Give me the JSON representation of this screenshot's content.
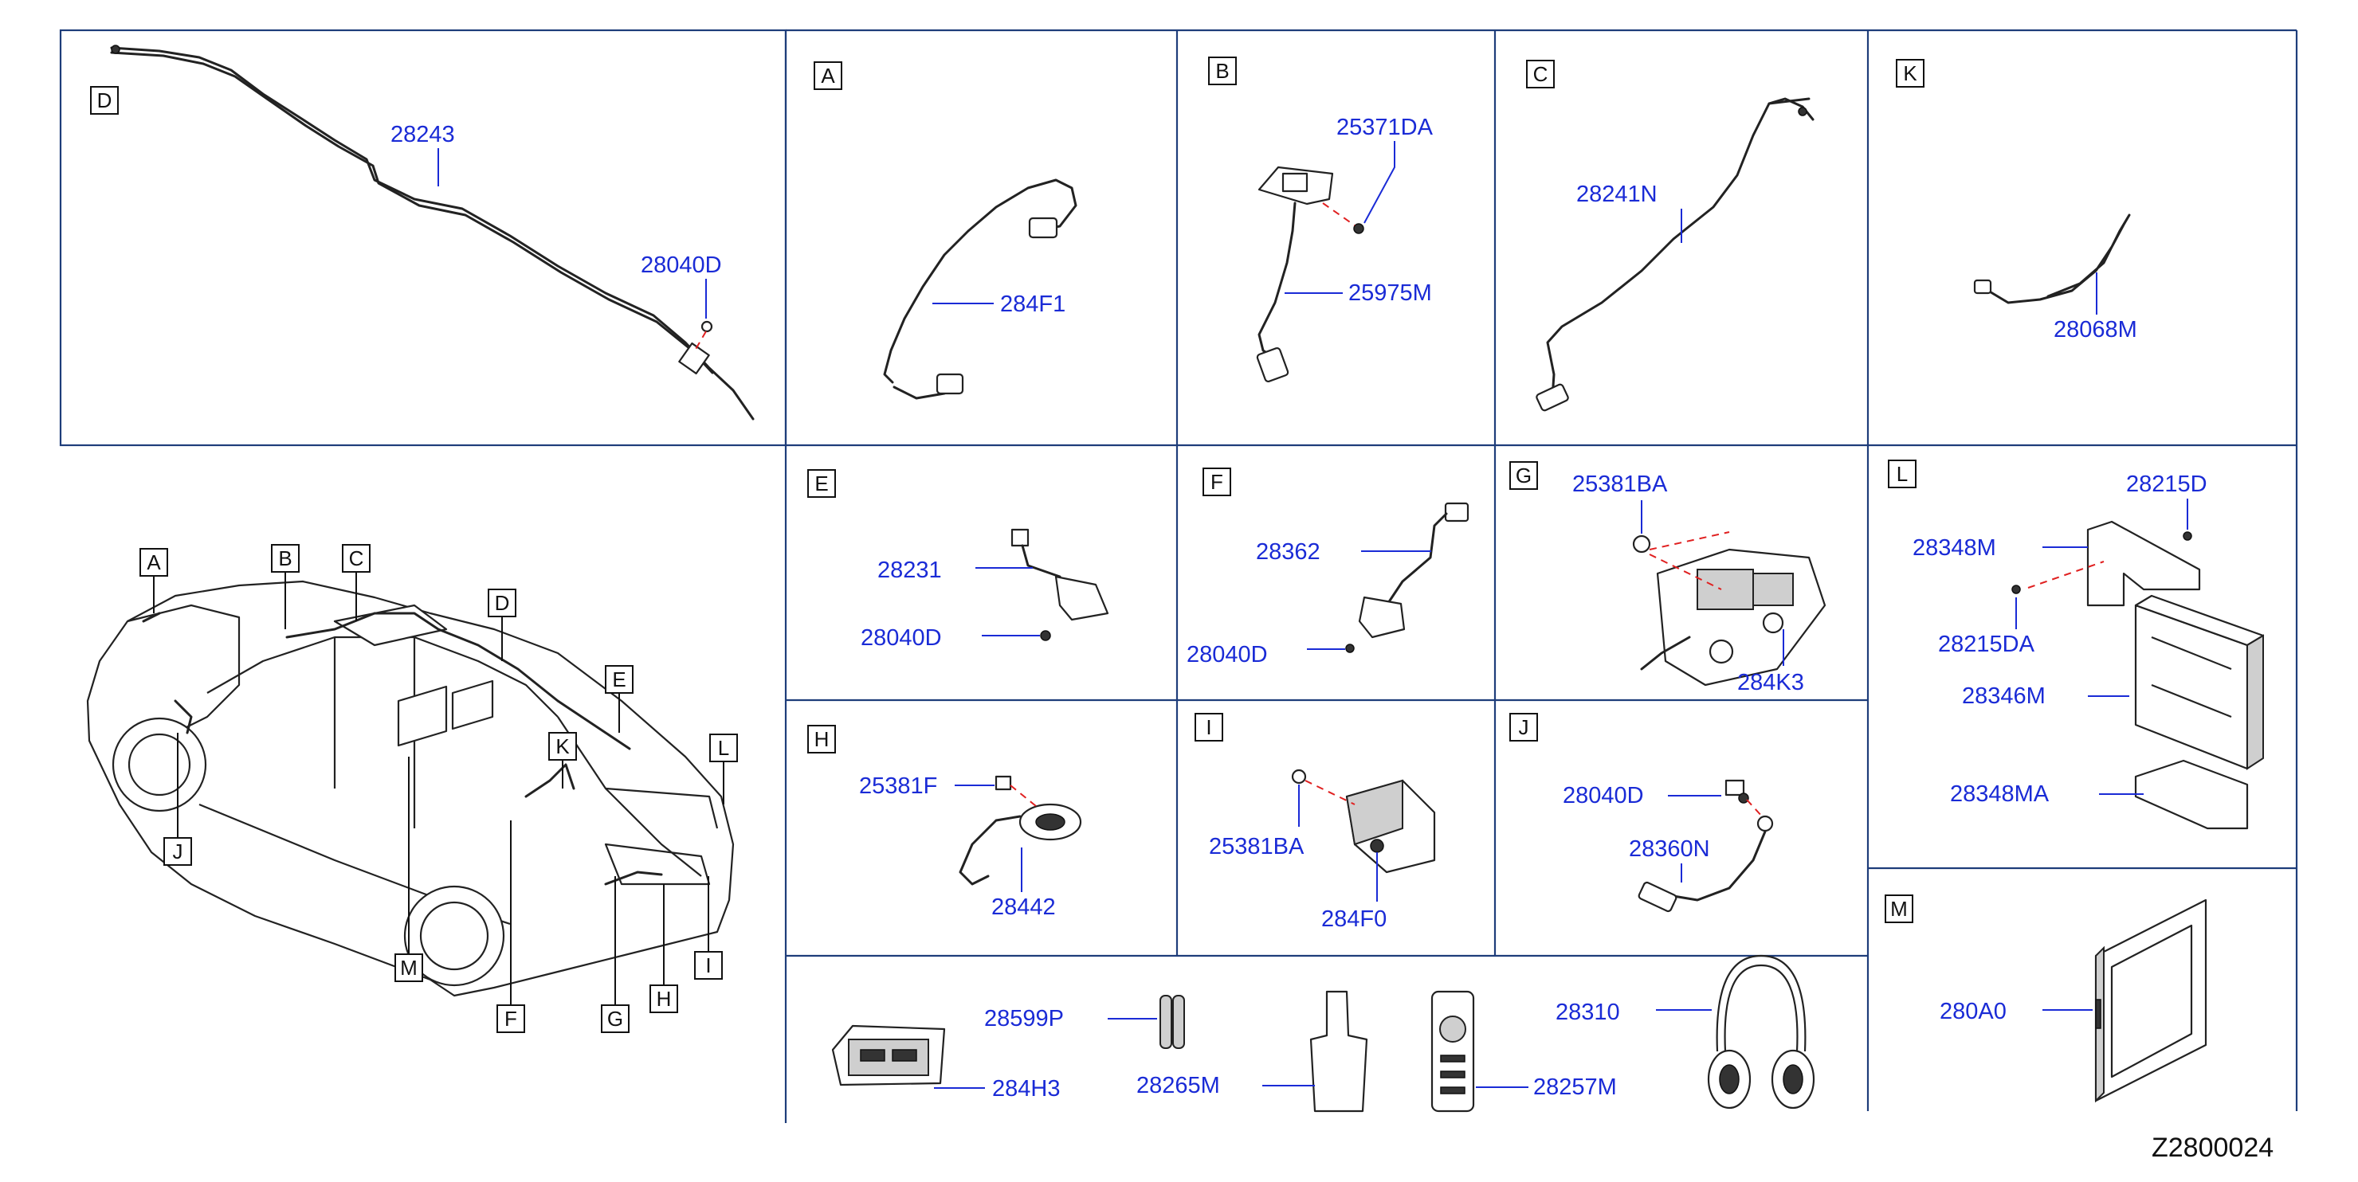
{
  "diagram_code": "Z2800024",
  "section_letters": [
    "A",
    "B",
    "C",
    "D",
    "E",
    "F",
    "G",
    "H",
    "I",
    "J",
    "K",
    "L",
    "M"
  ],
  "car_callouts": [
    "A",
    "B",
    "C",
    "D",
    "E",
    "K",
    "L",
    "J",
    "M",
    "F",
    "G",
    "H",
    "I"
  ],
  "panels": {
    "D": {
      "letter": "D",
      "parts": [
        "28243",
        "28040D"
      ]
    },
    "A": {
      "letter": "A",
      "parts": [
        "284F1"
      ]
    },
    "B": {
      "letter": "B",
      "parts": [
        "25371DA",
        "25975M"
      ]
    },
    "C": {
      "letter": "C",
      "parts": [
        "28241N"
      ]
    },
    "K": {
      "letter": "K",
      "parts": [
        "28068M"
      ]
    },
    "E": {
      "letter": "E",
      "parts": [
        "28231",
        "28040D"
      ]
    },
    "F": {
      "letter": "F",
      "parts": [
        "28362",
        "28040D"
      ]
    },
    "G": {
      "letter": "G",
      "parts": [
        "25381BA",
        "284K3"
      ]
    },
    "L": {
      "letter": "L",
      "parts": [
        "28215D",
        "28348M",
        "28215DA",
        "28346M",
        "28348MA"
      ]
    },
    "H": {
      "letter": "H",
      "parts": [
        "25381F",
        "28442"
      ]
    },
    "I": {
      "letter": "I",
      "parts": [
        "25381BA",
        "284F0"
      ]
    },
    "J": {
      "letter": "J",
      "parts": [
        "28040D",
        "28360N"
      ]
    },
    "M": {
      "letter": "M",
      "parts": [
        "280A0"
      ]
    },
    "accessories": {
      "parts": [
        "28599P",
        "284H3",
        "28265M",
        "28257M",
        "28310"
      ]
    }
  }
}
